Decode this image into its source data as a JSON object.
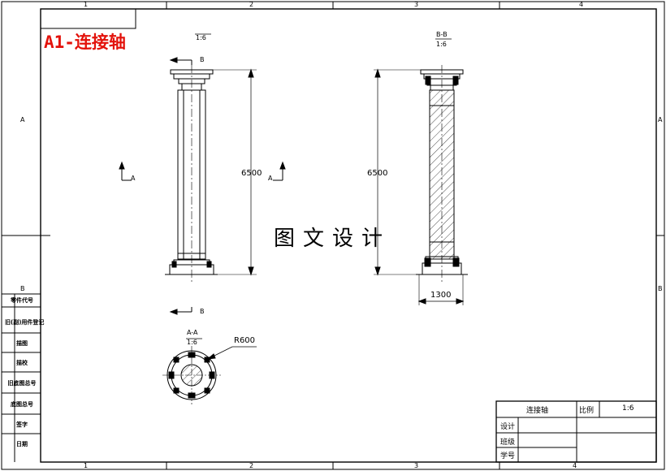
{
  "drawing": {
    "title": "A1-连接轴",
    "watermark": "图文设计",
    "grid_cols": [
      "1",
      "2",
      "3",
      "4"
    ],
    "grid_rows": [
      "A",
      "B"
    ]
  },
  "front_view": {
    "scale": "1:6",
    "section_marker": "B",
    "view_marker": "A",
    "height_dim": "6500"
  },
  "section_view": {
    "label": "B-B",
    "scale": "1:6",
    "height_dim": "6500",
    "width_dim": "1300"
  },
  "top_section": {
    "label": "A-A",
    "scale": "1:6",
    "radius_dim": "R600"
  },
  "left_column": [
    "零件代号",
    "旧(副)用件登记",
    "描图",
    "描校",
    "旧底图总号",
    "底图总号",
    "签字",
    "日期"
  ],
  "title_block": {
    "part_name": "连接轴",
    "scale_label": "比例",
    "scale_value": "1:6",
    "designer_label": "设计",
    "class_label": "班级",
    "student_no_label": "学号"
  }
}
